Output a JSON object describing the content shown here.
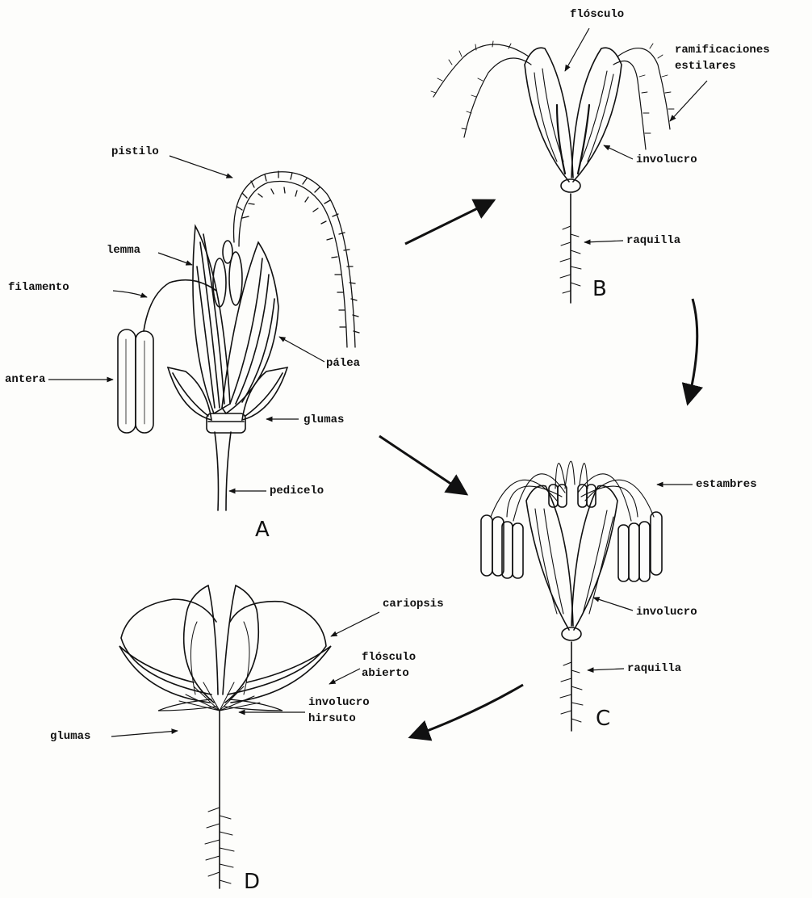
{
  "labels": {
    "pistilo": "pistilo",
    "lemma": "lemma",
    "filamento": "filamento",
    "antera": "antera",
    "palea": "pálea",
    "glumas_a": "glumas",
    "pedicelo": "pedicelo",
    "flosculo": "flósculo",
    "ramificaciones_1": "ramificaciones",
    "ramificaciones_2": "estilares",
    "involucro_b": "involucro",
    "raquilla_b": "raquilla",
    "estambres": "estambres",
    "involucro_c": "involucro",
    "raquilla_c": "raquilla",
    "cariopsis": "cariopsis",
    "flosculo_abierto_1": "flósculo",
    "flosculo_abierto_2": "abierto",
    "glumas_d": "glumas",
    "involucro_hirsuto_1": "involucro",
    "involucro_hirsuto_2": "hirsuto"
  },
  "panels": {
    "a": "A",
    "b": "B",
    "c": "C",
    "d": "D"
  },
  "colors": {
    "ink": "#111111",
    "paper": "#fdfdfb"
  }
}
